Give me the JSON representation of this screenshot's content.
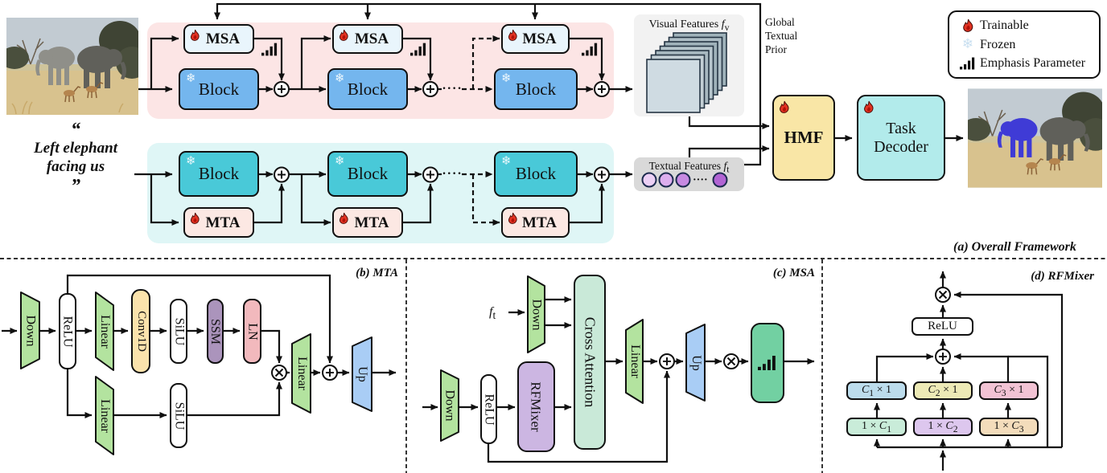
{
  "figure": {
    "captions": {
      "a": "(a) Overall Framework",
      "b": "(b) MTA",
      "c": "(c) MSA",
      "d": "(d) RFMixer"
    },
    "legend": {
      "items": [
        {
          "icon": "fire-icon",
          "label": "Trainable"
        },
        {
          "icon": "snowflake-icon",
          "label": "Frozen"
        },
        {
          "icon": "bars-icon",
          "label": "Emphasis Parameter"
        }
      ]
    },
    "colors": {
      "pink_panel": "#fce5e5",
      "cyan_panel": "#dff6f6",
      "msa_box": "#e9f5fc",
      "visual_block": "#74b6ee",
      "textual_block": "#49c9d8",
      "mta_box": "#fce8e3",
      "hmf_box": "#f9e6a6",
      "task_decoder_box": "#b2ebeb",
      "cross_attention_box": "#c9e9d8",
      "rfmixer_box": "#ccb6e2",
      "conv1d_box": "#fbe3ac",
      "ssm_box": "#ab94bc",
      "ln_box": "#f2b9bd",
      "green_trapezoid": "#b3e39f",
      "blue_trapezoid": "#a9cdf5",
      "emphasis_box": "#72d0a2",
      "fire_red": "#e23222"
    }
  },
  "overall": {
    "quote": {
      "open": "“",
      "line1": "Left elephant",
      "line2": "facing us",
      "close": "”"
    },
    "msa_label": "MSA",
    "block_label": "Block",
    "mta_label": "MTA",
    "dots": "····",
    "visual_features": {
      "label": "Visual Features ",
      "f": "f",
      "sub": "v"
    },
    "textual_features": {
      "label": "Textual Features ",
      "f": "f",
      "sub": "t"
    },
    "global_prior": {
      "line1": "Global",
      "line2": "Textual",
      "line3": "Prior"
    },
    "hmf": "HMF",
    "task_decoder": {
      "line1": "Task",
      "line2": "Decoder"
    }
  },
  "mta": {
    "down": "Down",
    "relu": "ReLU",
    "linear_a": "Linear",
    "conv1d": "Conv1D",
    "silu_a": "SiLU",
    "ssm": "SSM",
    "ln": "LN",
    "linear_b": "Linear",
    "silu_b": "SiLU",
    "linear_c": "Linear",
    "up": "Up"
  },
  "msa": {
    "ft": {
      "f": "f",
      "sub": "t"
    },
    "down_text": "Down",
    "cross_attention": "Cross Attention",
    "down_vis": "Down",
    "relu": "ReLU",
    "rfmixer": "RFMixer",
    "linear": "Linear",
    "up": "Up"
  },
  "rfmixer": {
    "relu": "ReLU",
    "top_row": [
      {
        "c": "C",
        "sub": "1",
        "suffix": " × 1"
      },
      {
        "c": "C",
        "sub": "2",
        "suffix": " × 1"
      },
      {
        "c": "C",
        "sub": "3",
        "suffix": " × 1"
      }
    ],
    "bottom_row": [
      {
        "prefix": "1 × ",
        "c": "C",
        "sub": "1"
      },
      {
        "prefix": "1 × ",
        "c": "C",
        "sub": "2"
      },
      {
        "prefix": "1 × ",
        "c": "C",
        "sub": "3"
      }
    ]
  }
}
